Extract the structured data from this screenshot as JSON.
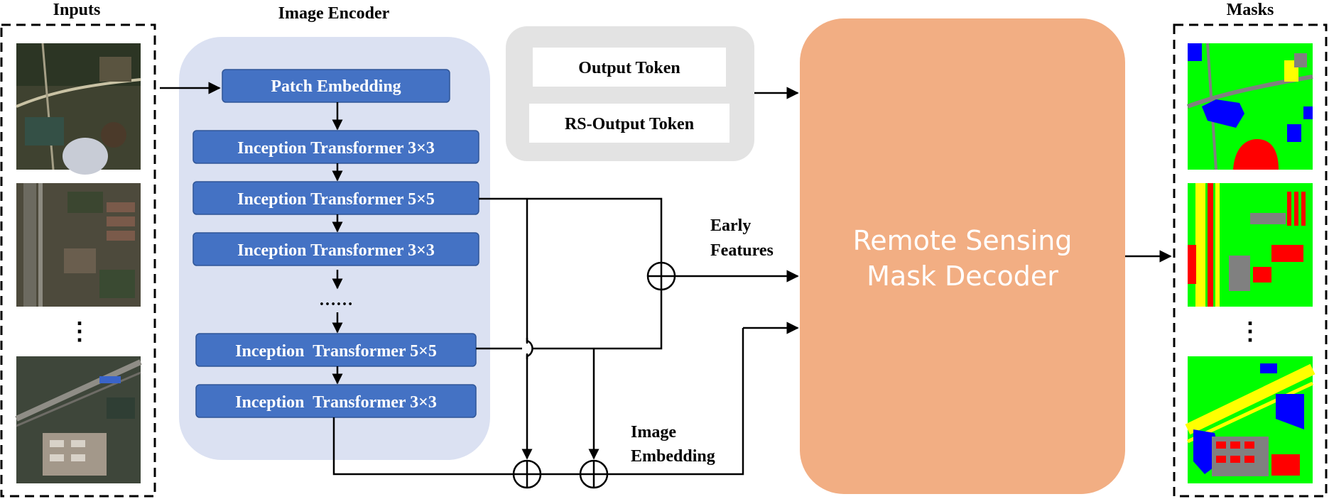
{
  "labels": {
    "inputs_title": "Inputs",
    "encoder_title": "Image Encoder",
    "masks_title": "Masks",
    "early_features_line1": "Early",
    "early_features_line2": "Features",
    "image_embedding_line1": "Image",
    "image_embedding_line2": "Embedding",
    "ellipsis_vertical": "⋮",
    "ellipsis_horizontal": "……"
  },
  "encoder_blocks": [
    "Patch Embedding",
    "Inception Transformer 3×3",
    "Inception Transformer 5×5",
    "Inception Transformer 3×3",
    "Inception  Transformer 5×5",
    "Inception  Transformer 3×3"
  ],
  "tokens": [
    "Output Token",
    "RS-Output Token"
  ],
  "decoder": {
    "line1": "Remote Sensing",
    "line2": "Mask Decoder"
  },
  "colors": {
    "encoder_bg": "#dbe1f2",
    "block_fill": "#4472c4",
    "block_stroke": "#2f5597",
    "token_panel": "#e3e3e3",
    "decoder_fill": "#f2ae83",
    "mask_green": "#00ff00",
    "mask_blue": "#0000ff",
    "mask_red": "#ff0000",
    "mask_yellow": "#ffff00",
    "mask_gray": "#808080"
  }
}
